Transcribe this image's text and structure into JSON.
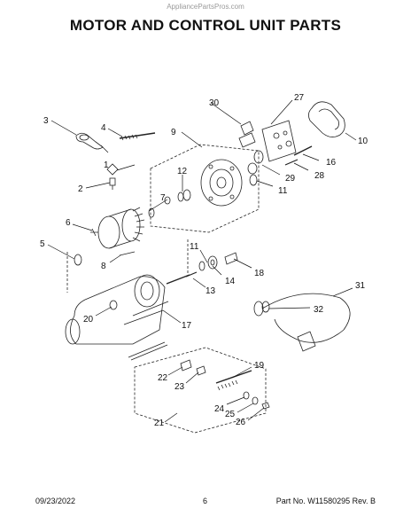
{
  "watermark": "AppliancePartsPros.com",
  "title": "MOTOR AND CONTROL UNIT PARTS",
  "callouts": [
    {
      "id": "1",
      "label": "1"
    },
    {
      "id": "2",
      "label": "2"
    },
    {
      "id": "3",
      "label": "3"
    },
    {
      "id": "4",
      "label": "4"
    },
    {
      "id": "5",
      "label": "5"
    },
    {
      "id": "6",
      "label": "6"
    },
    {
      "id": "7",
      "label": "7"
    },
    {
      "id": "8",
      "label": "8"
    },
    {
      "id": "9",
      "label": "9"
    },
    {
      "id": "10",
      "label": "10"
    },
    {
      "id": "11a",
      "label": "11"
    },
    {
      "id": "11b",
      "label": "11"
    },
    {
      "id": "12",
      "label": "12"
    },
    {
      "id": "13",
      "label": "13"
    },
    {
      "id": "14",
      "label": "14"
    },
    {
      "id": "16",
      "label": "16"
    },
    {
      "id": "17",
      "label": "17"
    },
    {
      "id": "18",
      "label": "18"
    },
    {
      "id": "19",
      "label": "19"
    },
    {
      "id": "20",
      "label": "20"
    },
    {
      "id": "21",
      "label": "21"
    },
    {
      "id": "22",
      "label": "22"
    },
    {
      "id": "23",
      "label": "23"
    },
    {
      "id": "24",
      "label": "24"
    },
    {
      "id": "25",
      "label": "25"
    },
    {
      "id": "26",
      "label": "26"
    },
    {
      "id": "27",
      "label": "27"
    },
    {
      "id": "28",
      "label": "28"
    },
    {
      "id": "29",
      "label": "29"
    },
    {
      "id": "30",
      "label": "30"
    },
    {
      "id": "31",
      "label": "31"
    },
    {
      "id": "32",
      "label": "32"
    }
  ],
  "footer": {
    "date": "09/23/2022",
    "page": "6",
    "part_no": "Part No. W11580295  Rev. B"
  }
}
